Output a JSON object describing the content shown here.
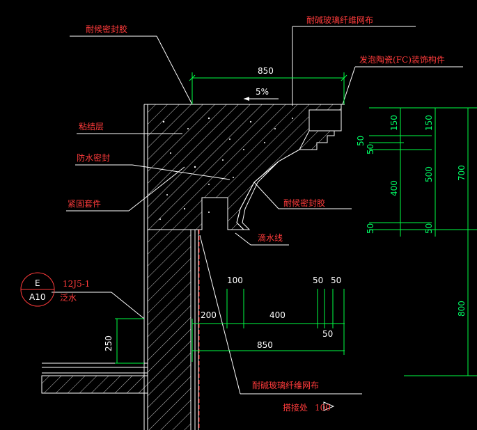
{
  "labels": {
    "sealing_layer_top": "耐候密封胶",
    "mesh_top": "耐碱玻璃纤维网布",
    "fc_component": "发泡陶瓷(FC)装饰构件",
    "bonding_layer": "粘结层",
    "waterproof_seal": "防水密封",
    "fixing_fastener": "紧固套件",
    "sealing_mid": "耐候密封胶",
    "drip_line": "滴水线",
    "mesh_bottom": "耐碱玻璃纤维网布",
    "lap_joint": "搭接处",
    "lap_value": "100",
    "ref_code": "12J5-1",
    "ref_desc": "泛水",
    "detail_top": "E",
    "detail_bottom": "A10"
  },
  "dimensions": {
    "top_width": "850",
    "slope": "5%",
    "right_150_a": "150",
    "right_150_b": "150",
    "right_50_a": "50",
    "right_50_b": "50",
    "right_400": "400",
    "right_500": "500",
    "right_700": "700",
    "right_50_c": "50",
    "right_50_d": "50",
    "right_800": "800",
    "bottom_100": "100",
    "bottom_50_a": "50",
    "bottom_50_b": "50",
    "bottom_200": "200",
    "bottom_400": "400",
    "bottom_50_c": "50",
    "bottom_850": "850",
    "left_250": "250"
  }
}
